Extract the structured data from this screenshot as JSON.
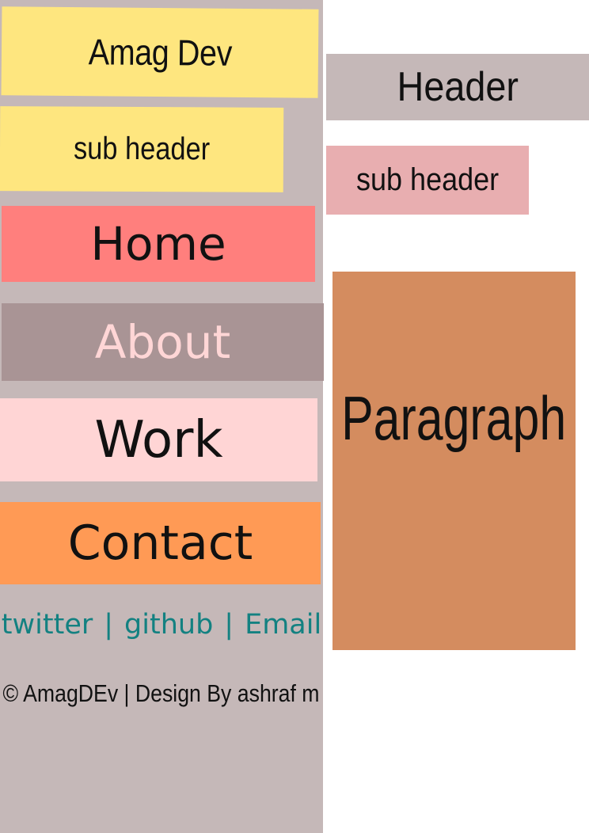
{
  "sidebar": {
    "brand": "Amag Dev",
    "sub_header": "sub header",
    "nav": {
      "home": "Home",
      "about": "About",
      "work": "Work",
      "contact": "Contact"
    },
    "social": {
      "twitter": "twitter",
      "github": "github",
      "email": "Email",
      "separator": "|"
    },
    "footer": "© AmagDEv | Design By ashraf m"
  },
  "main": {
    "header": "Header",
    "sub_header": "sub header",
    "paragraph": "Paragraph"
  },
  "colors": {
    "sidebar_bg": "#c5b8b8",
    "brand_bg": "#fee67f",
    "home_bg": "#ff7f7d",
    "about_bg": "#a99495",
    "about_text": "#ffd6d6",
    "work_bg": "#ffd5d5",
    "contact_bg": "#ff9a55",
    "link_color": "#138181",
    "main_sub_bg": "#e8aeb0",
    "paragraph_bg": "#d48c5f"
  }
}
